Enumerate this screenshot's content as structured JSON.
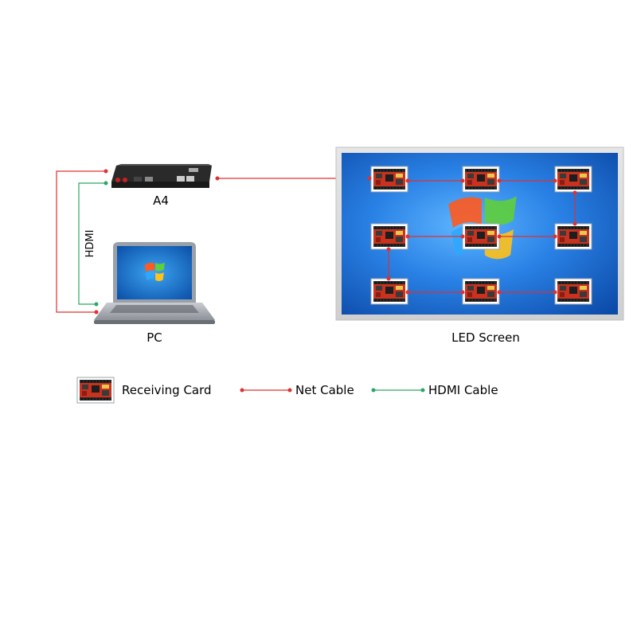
{
  "labels": {
    "controller": "A4",
    "pc": "PC",
    "screen": "LED Screen",
    "hdmi_vertical": "HDMI"
  },
  "legend": {
    "receiving_card": "Receiving Card",
    "net_cable": "Net Cable",
    "hdmi_cable": "HDMI Cable"
  },
  "colors": {
    "net_cable": "#e03030",
    "hdmi_cable": "#2aa860",
    "card_red": "#c8321e",
    "screen_blue": "#1a6fd6"
  },
  "icons": {
    "controller": "controller-box-icon",
    "pc": "laptop-icon",
    "screen": "led-screen-icon",
    "card": "receiving-card-icon"
  }
}
